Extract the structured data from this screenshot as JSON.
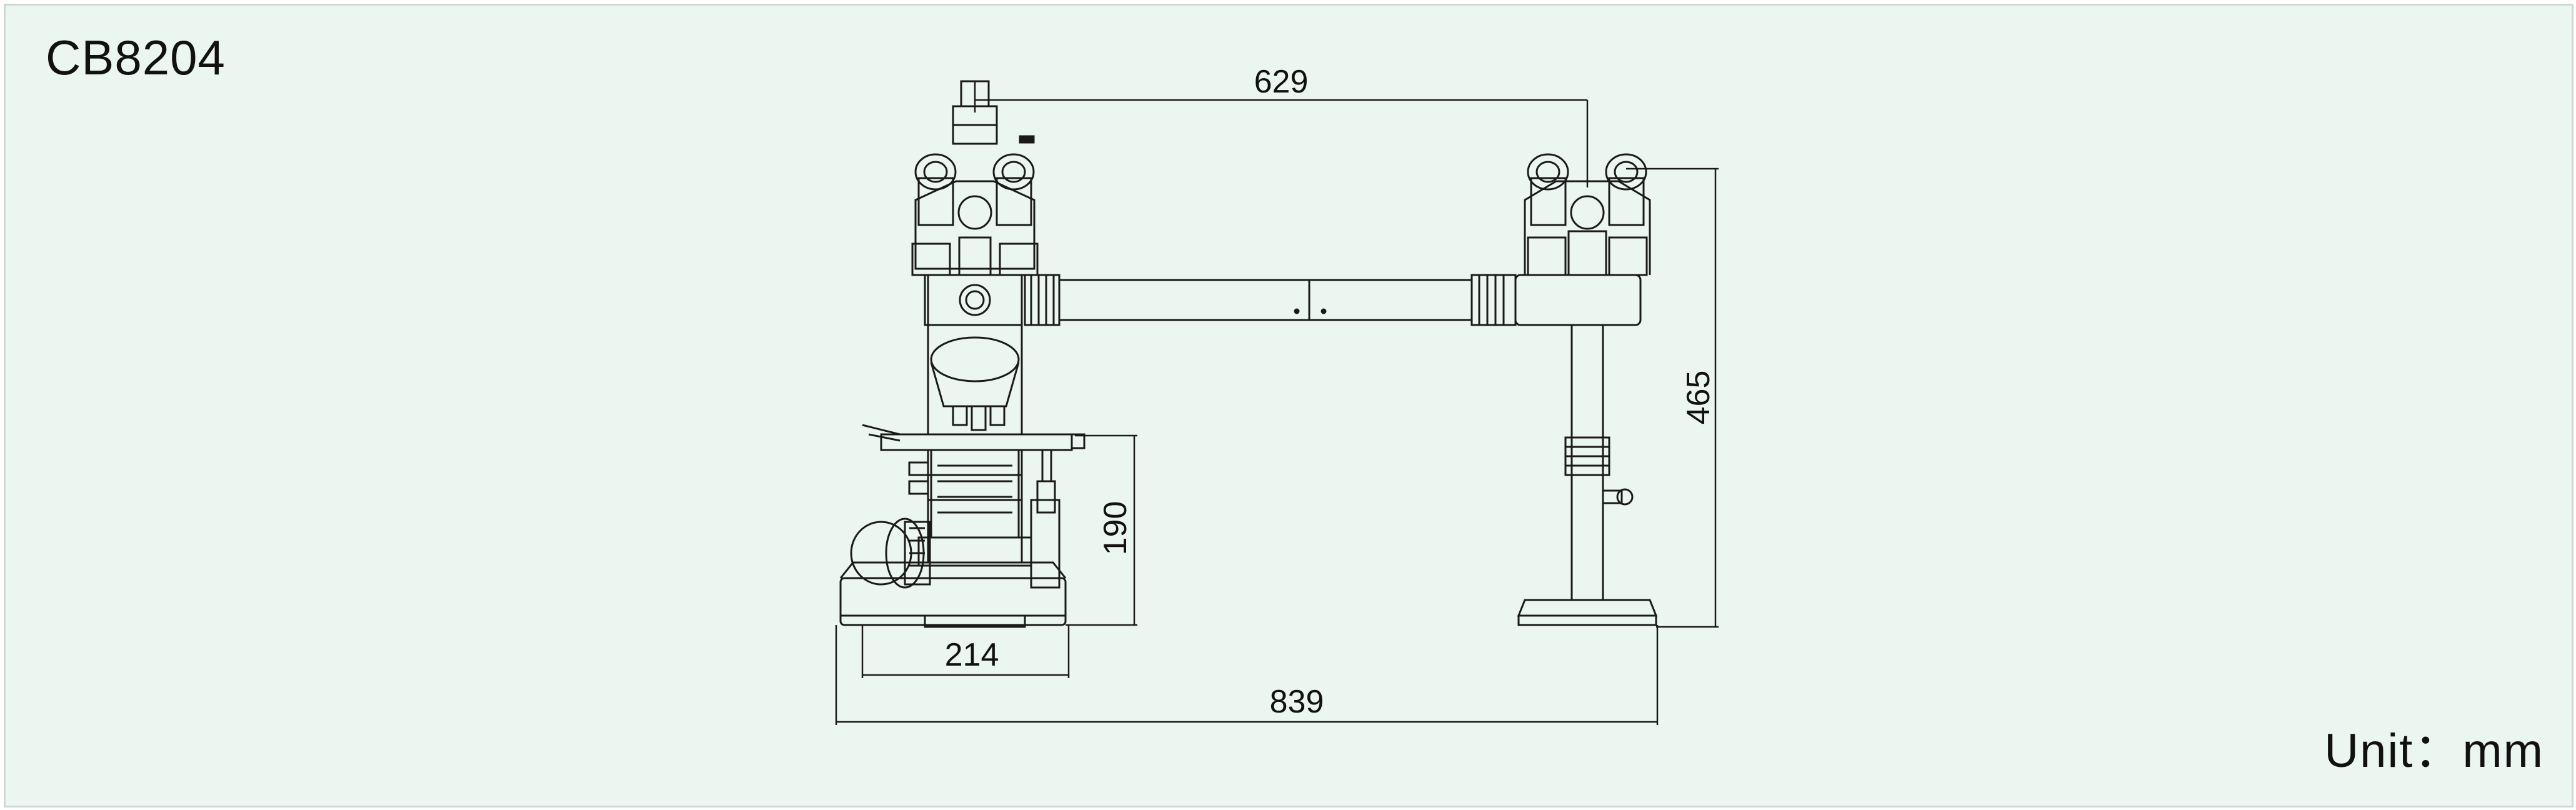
{
  "model_label": "CB8204",
  "unit_label": "Unit：mm",
  "dimensions": {
    "arm_span": "629",
    "total_height": "465",
    "stage_height": "190",
    "base_width": "214",
    "total_width": "839"
  },
  "colors": {
    "background": "#ecf6f1",
    "border": "#cfd9d4",
    "line": "#1a1a1a"
  }
}
